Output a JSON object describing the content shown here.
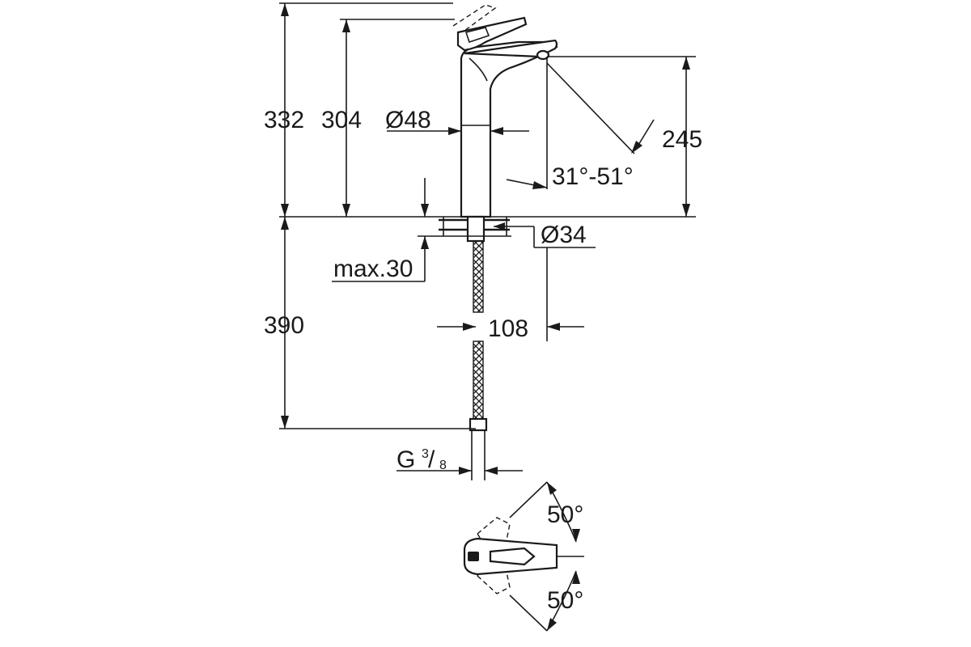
{
  "dimensions": {
    "total_height": "332",
    "body_height": "304",
    "spout_height": "245",
    "body_diameter": "Ø48",
    "swivel_angle": "31°-51°",
    "base_diameter": "Ø34",
    "max_deck_thickness": "max.30",
    "hose_length": "390",
    "spout_reach": "108",
    "connection_thread_main": "G",
    "connection_thread_num": "3",
    "connection_thread_den": "8",
    "lever_angle_top": "50°",
    "lever_angle_bottom": "50°"
  }
}
